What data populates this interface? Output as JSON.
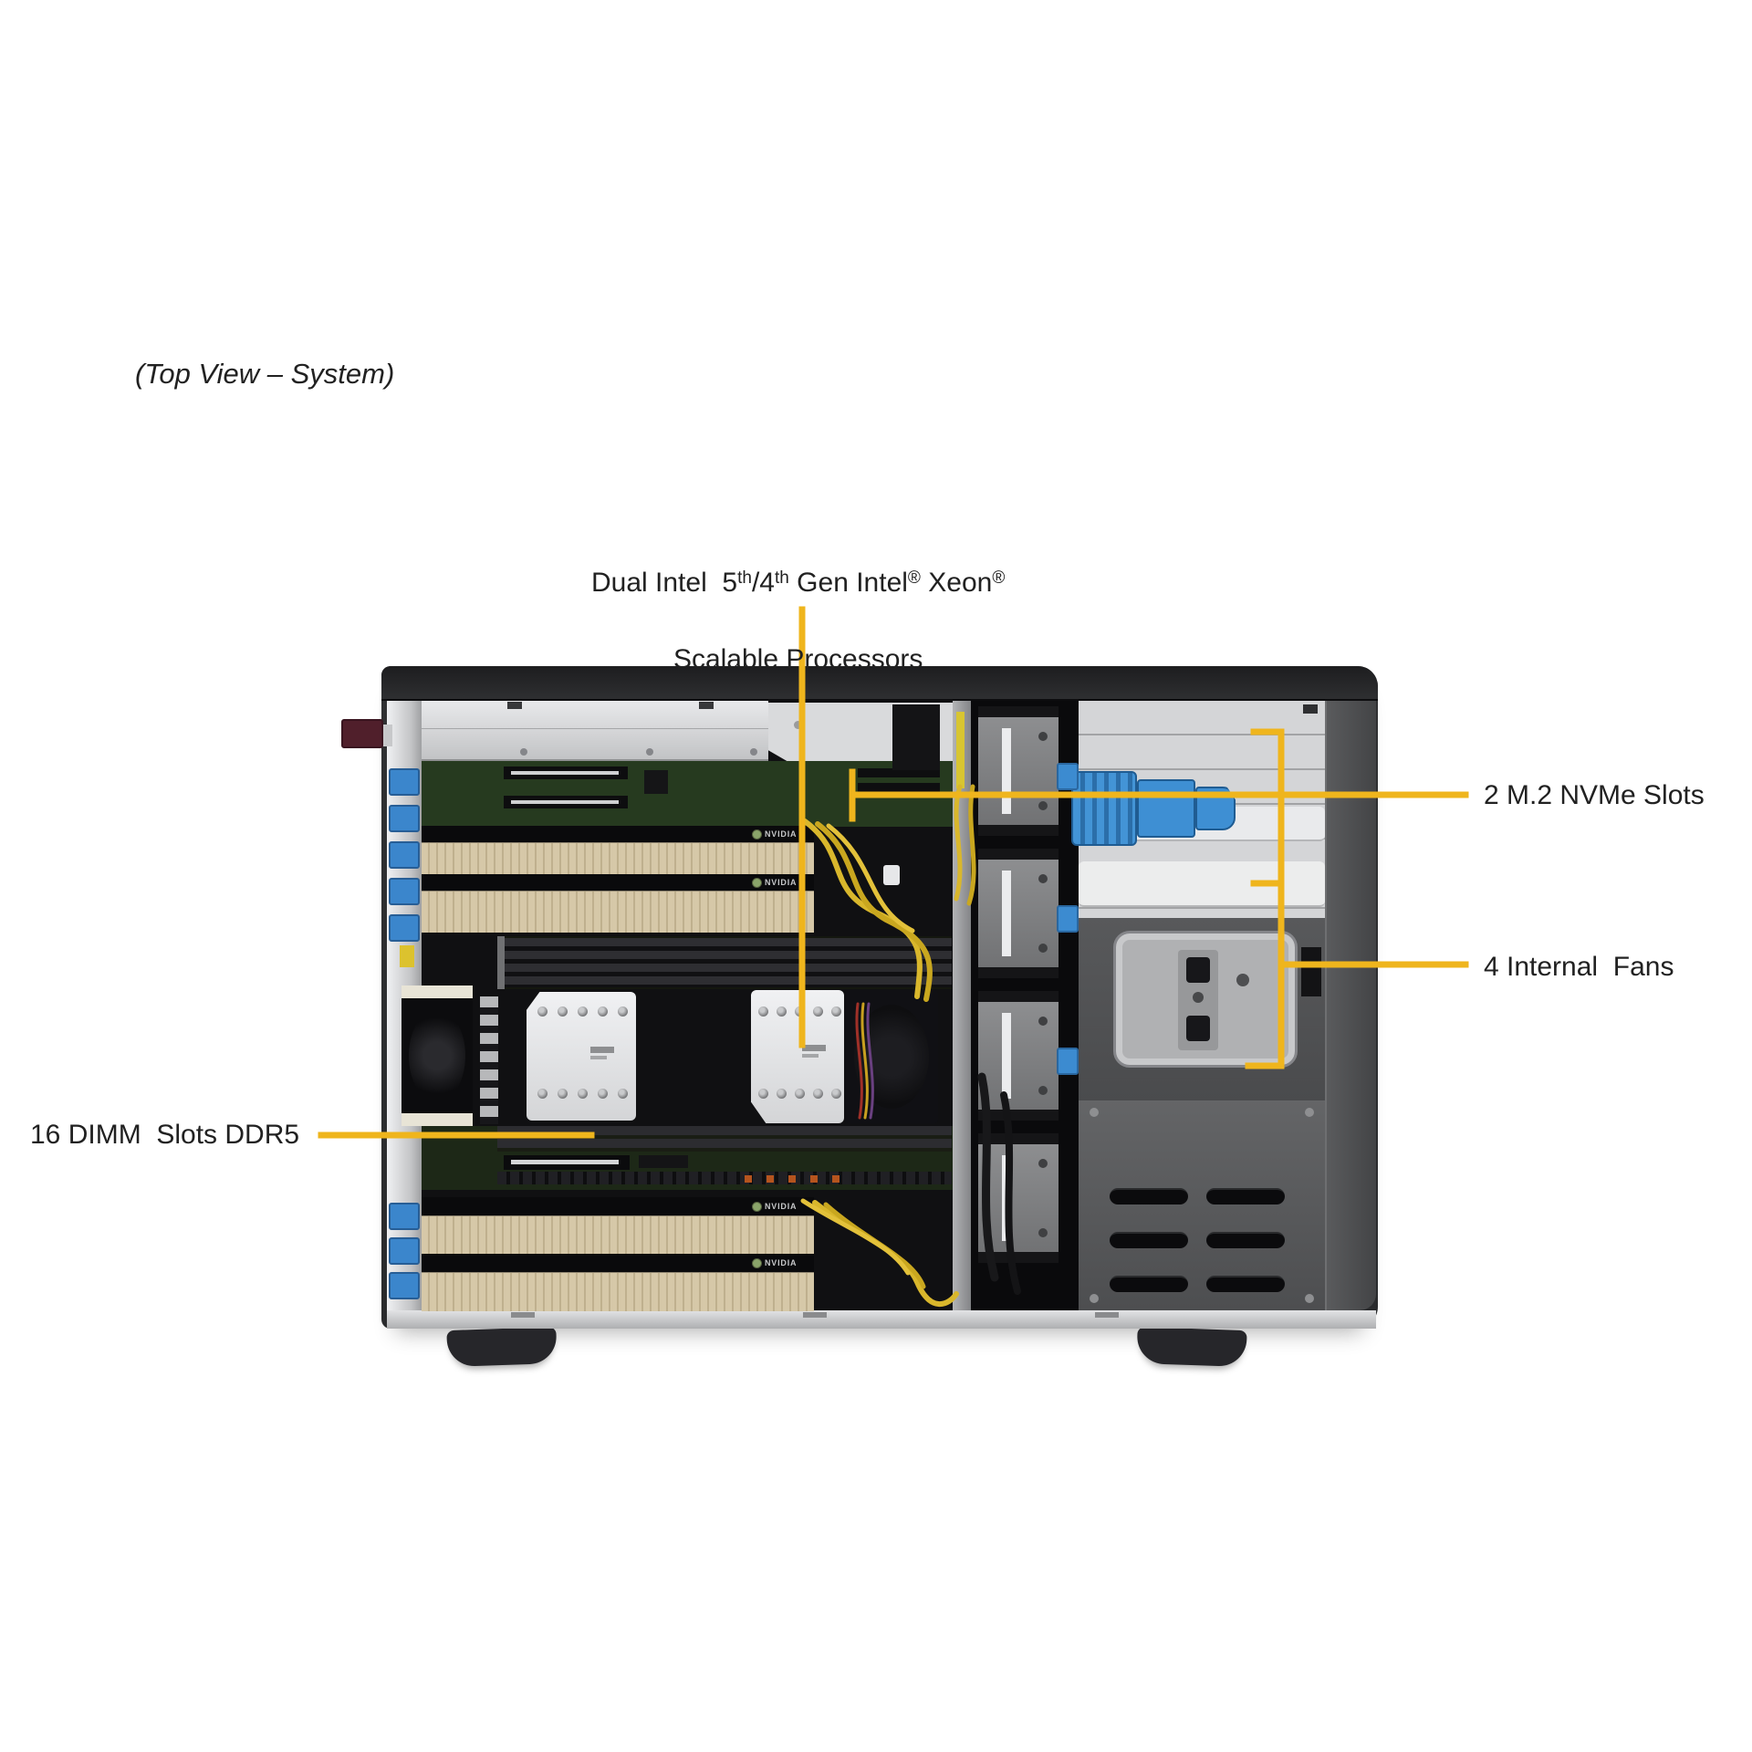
{
  "title": "(Top View – System)",
  "callouts": {
    "processors": {
      "seg1": "Dual Intel  5",
      "sup1": "th",
      "seg2": "/4",
      "sup2": "th",
      "seg3": " Gen Intel",
      "sup3": "®",
      "seg4": " Xeon",
      "sup4": "®",
      "line2": "Scalable Processors"
    },
    "m2": "2 M.2 NVMe Slots",
    "fans": "4 Internal  Fans",
    "dimm": "16 DIMM  Slots DDR5"
  },
  "brand": {
    "gpu": "NVIDIA"
  },
  "colors": {
    "callout": "#EFB51D",
    "label_ink": "#212121",
    "chassis_dark": "#2e2f31",
    "pcb_green": "#263a1f",
    "gpu_tan": "#d6c8a8",
    "connector_blue": "#3e8fd3",
    "heatsink_silver": "#e9eaec"
  }
}
